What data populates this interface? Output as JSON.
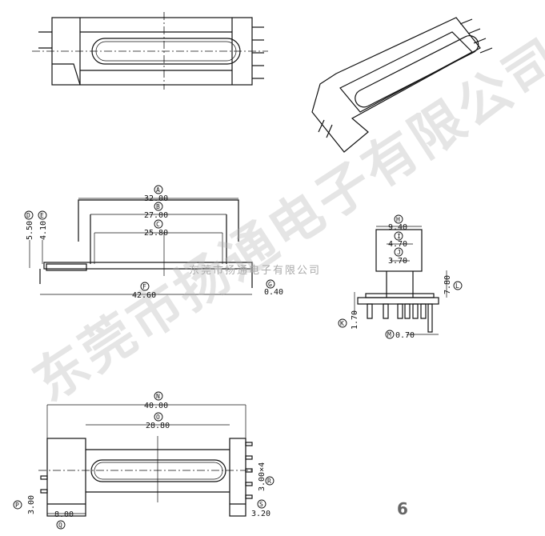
{
  "watermark": "东莞市扬通电子有限公司",
  "watermark_small": "东莞市扬通电子有限公司",
  "page_number": "6",
  "dimensions": {
    "A": {
      "label": "A",
      "value": "32.00"
    },
    "B": {
      "label": "B",
      "value": "27.00"
    },
    "C": {
      "label": "C",
      "value": "25.80"
    },
    "D": {
      "label": "D",
      "value": "5.50"
    },
    "E": {
      "label": "E",
      "value": "4.10"
    },
    "F": {
      "label": "F",
      "value": "42.60"
    },
    "G": {
      "label": "G",
      "value": "0.40"
    },
    "H": {
      "label": "H",
      "value": "9.40"
    },
    "I": {
      "label": "I",
      "value": "4.70"
    },
    "J": {
      "label": "J",
      "value": "3.70"
    },
    "K": {
      "label": "K",
      "value": "1.70"
    },
    "L": {
      "label": "L",
      "value": "7.80"
    },
    "M": {
      "label": "M",
      "value": "0.70"
    },
    "N": {
      "label": "N",
      "value": "40.00"
    },
    "O": {
      "label": "O",
      "value": "28.80"
    },
    "P": {
      "label": "P",
      "value": "3.00"
    },
    "Q": {
      "label": "Q",
      "value": "8.00"
    },
    "R": {
      "label": "R",
      "value": "3.00×4"
    },
    "S": {
      "label": "S",
      "value": "3.20"
    }
  }
}
